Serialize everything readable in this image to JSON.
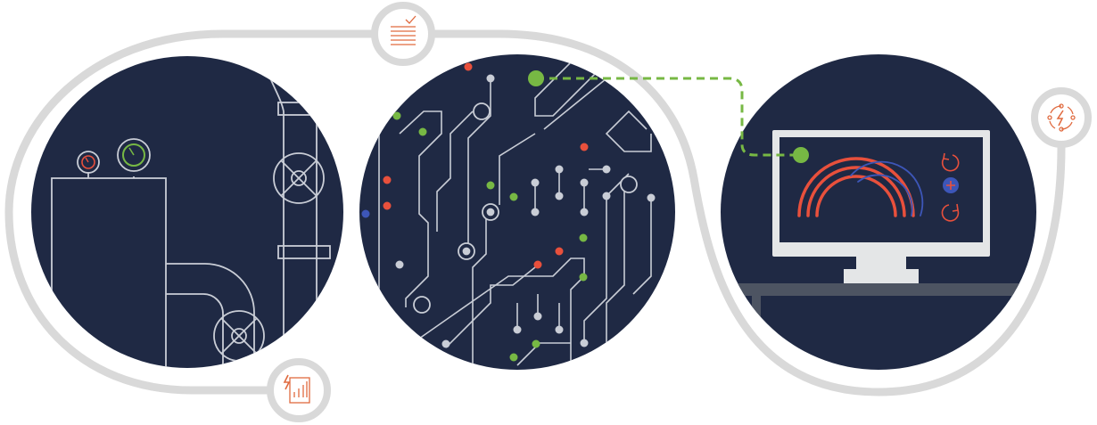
{
  "colors": {
    "navy": "#1f2944",
    "track": "#d9d9d9",
    "line": "#c9cdd6",
    "accent_red": "#e8503c",
    "accent_green": "#77b844",
    "icon_orange": "#e06a3f",
    "blue": "#3d56b8",
    "monitor": "#e4e6e7",
    "white": "#ffffff"
  },
  "scenes": [
    {
      "name": "industrial-plant",
      "icon": "pressure-gauge-icon"
    },
    {
      "name": "circuit-network",
      "icon": "circuit-board-icon"
    },
    {
      "name": "monitoring-dashboard",
      "icon": "monitor-gauge-icon"
    }
  ],
  "badges": [
    {
      "name": "checklist",
      "icon": "checklist-icon"
    },
    {
      "name": "energy-report",
      "icon": "energy-report-icon"
    },
    {
      "name": "energy-cycle",
      "icon": "energy-cycle-icon"
    }
  ],
  "dashboard": {
    "controls": [
      "undo-icon",
      "plus-icon",
      "redo-icon"
    ]
  }
}
